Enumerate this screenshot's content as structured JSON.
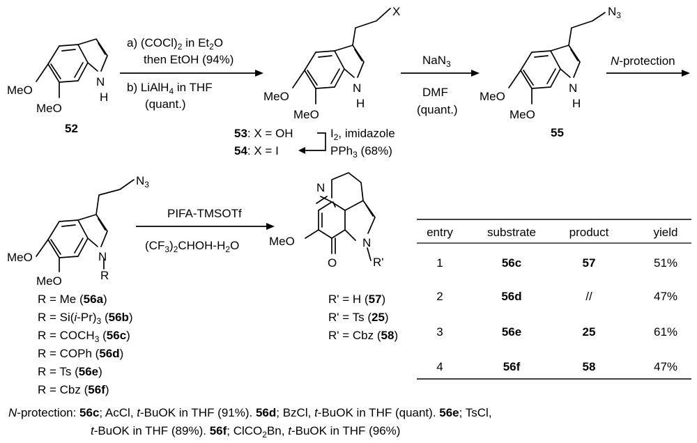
{
  "compounds": {
    "c52": "52",
    "c53": "53",
    "c54": "54",
    "c55": "55"
  },
  "atoms": {
    "meo": "MeO",
    "n": "N",
    "h": "H",
    "x": "X",
    "n3": "N",
    "n3_sub": "3",
    "r": "R",
    "rp": "R'",
    "o": "O"
  },
  "step1": {
    "a_pre": "a) (COCl)",
    "a_sub": "2",
    "a_post": " in Et",
    "a_sub2": "2",
    "a_end": "O",
    "a_line2": "then EtOH (94%)",
    "b_pre": "b) LiAlH",
    "b_sub": "4",
    "b_post": " in THF",
    "b_line2": "(quant.)"
  },
  "step2": {
    "reagent_pre": "NaN",
    "reagent_sub": "3",
    "solvent": "DMF",
    "yield": "(quant.)"
  },
  "step3": {
    "label_italic": "N",
    "label_rest": "-protection"
  },
  "conversion": {
    "x53": ": X = OH",
    "x54": ": X = I",
    "reagent1_pre": "I",
    "reagent1_sub": "2",
    "reagent1_post": ", imidazole",
    "reagent2_pre": "PPh",
    "reagent2_sub": "3",
    "reagent2_post": " (68%)"
  },
  "step4": {
    "reagent": "PIFA-TMSOTf",
    "solvent_pre1": "(CF",
    "solvent_sub1": "3",
    "solvent_mid": ")",
    "solvent_sub2": "2",
    "solvent_post": "CHOH-H",
    "solvent_sub3": "2",
    "solvent_end": "O"
  },
  "r_list": [
    {
      "pre": "R = Me (",
      "id": "56a",
      "post": ")"
    },
    {
      "pre": "R = Si(",
      "it": "i",
      "mid": "-Pr)",
      "sub": "3",
      "pre2": " (",
      "id": "56b",
      "post": ")"
    },
    {
      "pre": "R = COCH",
      "sub": "3",
      "pre2": " (",
      "id": "56c",
      "post": ")"
    },
    {
      "pre": "R = COPh (",
      "id": "56d",
      "post": ")"
    },
    {
      "pre": "R = Ts (",
      "id": "56e",
      "post": ")"
    },
    {
      "pre": "R = Cbz (",
      "id": "56f",
      "post": ")"
    }
  ],
  "rp_list": [
    {
      "pre": "R' = H (",
      "id": "57",
      "post": ")"
    },
    {
      "pre": "R' = Ts (",
      "id": "25",
      "post": ")"
    },
    {
      "pre": "R' = Cbz (",
      "id": "58",
      "post": ")"
    }
  ],
  "table": {
    "headers": [
      "entry",
      "substrate",
      "product",
      "yield"
    ],
    "rows": [
      [
        "1",
        "56c",
        "57",
        "51%"
      ],
      [
        "2",
        "56d",
        "//",
        "47%"
      ],
      [
        "3",
        "56e",
        "25",
        "61%"
      ],
      [
        "4",
        "56f",
        "58",
        "47%"
      ]
    ]
  },
  "footnote": {
    "l1_it": "N",
    "l1_a": "-protection: ",
    "l1_b1": "56c",
    "l1_c": "; AcCl, ",
    "l1_it2": "t",
    "l1_d": "-BuOK in THF (91%). ",
    "l1_b2": "56d",
    "l1_e": "; BzCl, ",
    "l1_it3": "t",
    "l1_f": "-BuOK in THF (quant). ",
    "l1_b3": "56e",
    "l1_g": "; TsCl,",
    "l2_it": "t",
    "l2_a": "-BuOK in THF (89%). ",
    "l2_b1": "56f",
    "l2_c": "; ClCO",
    "l2_sub": "2",
    "l2_d": "Bn, ",
    "l2_it2": "t",
    "l2_e": "-BuOK in THF (96%)"
  }
}
